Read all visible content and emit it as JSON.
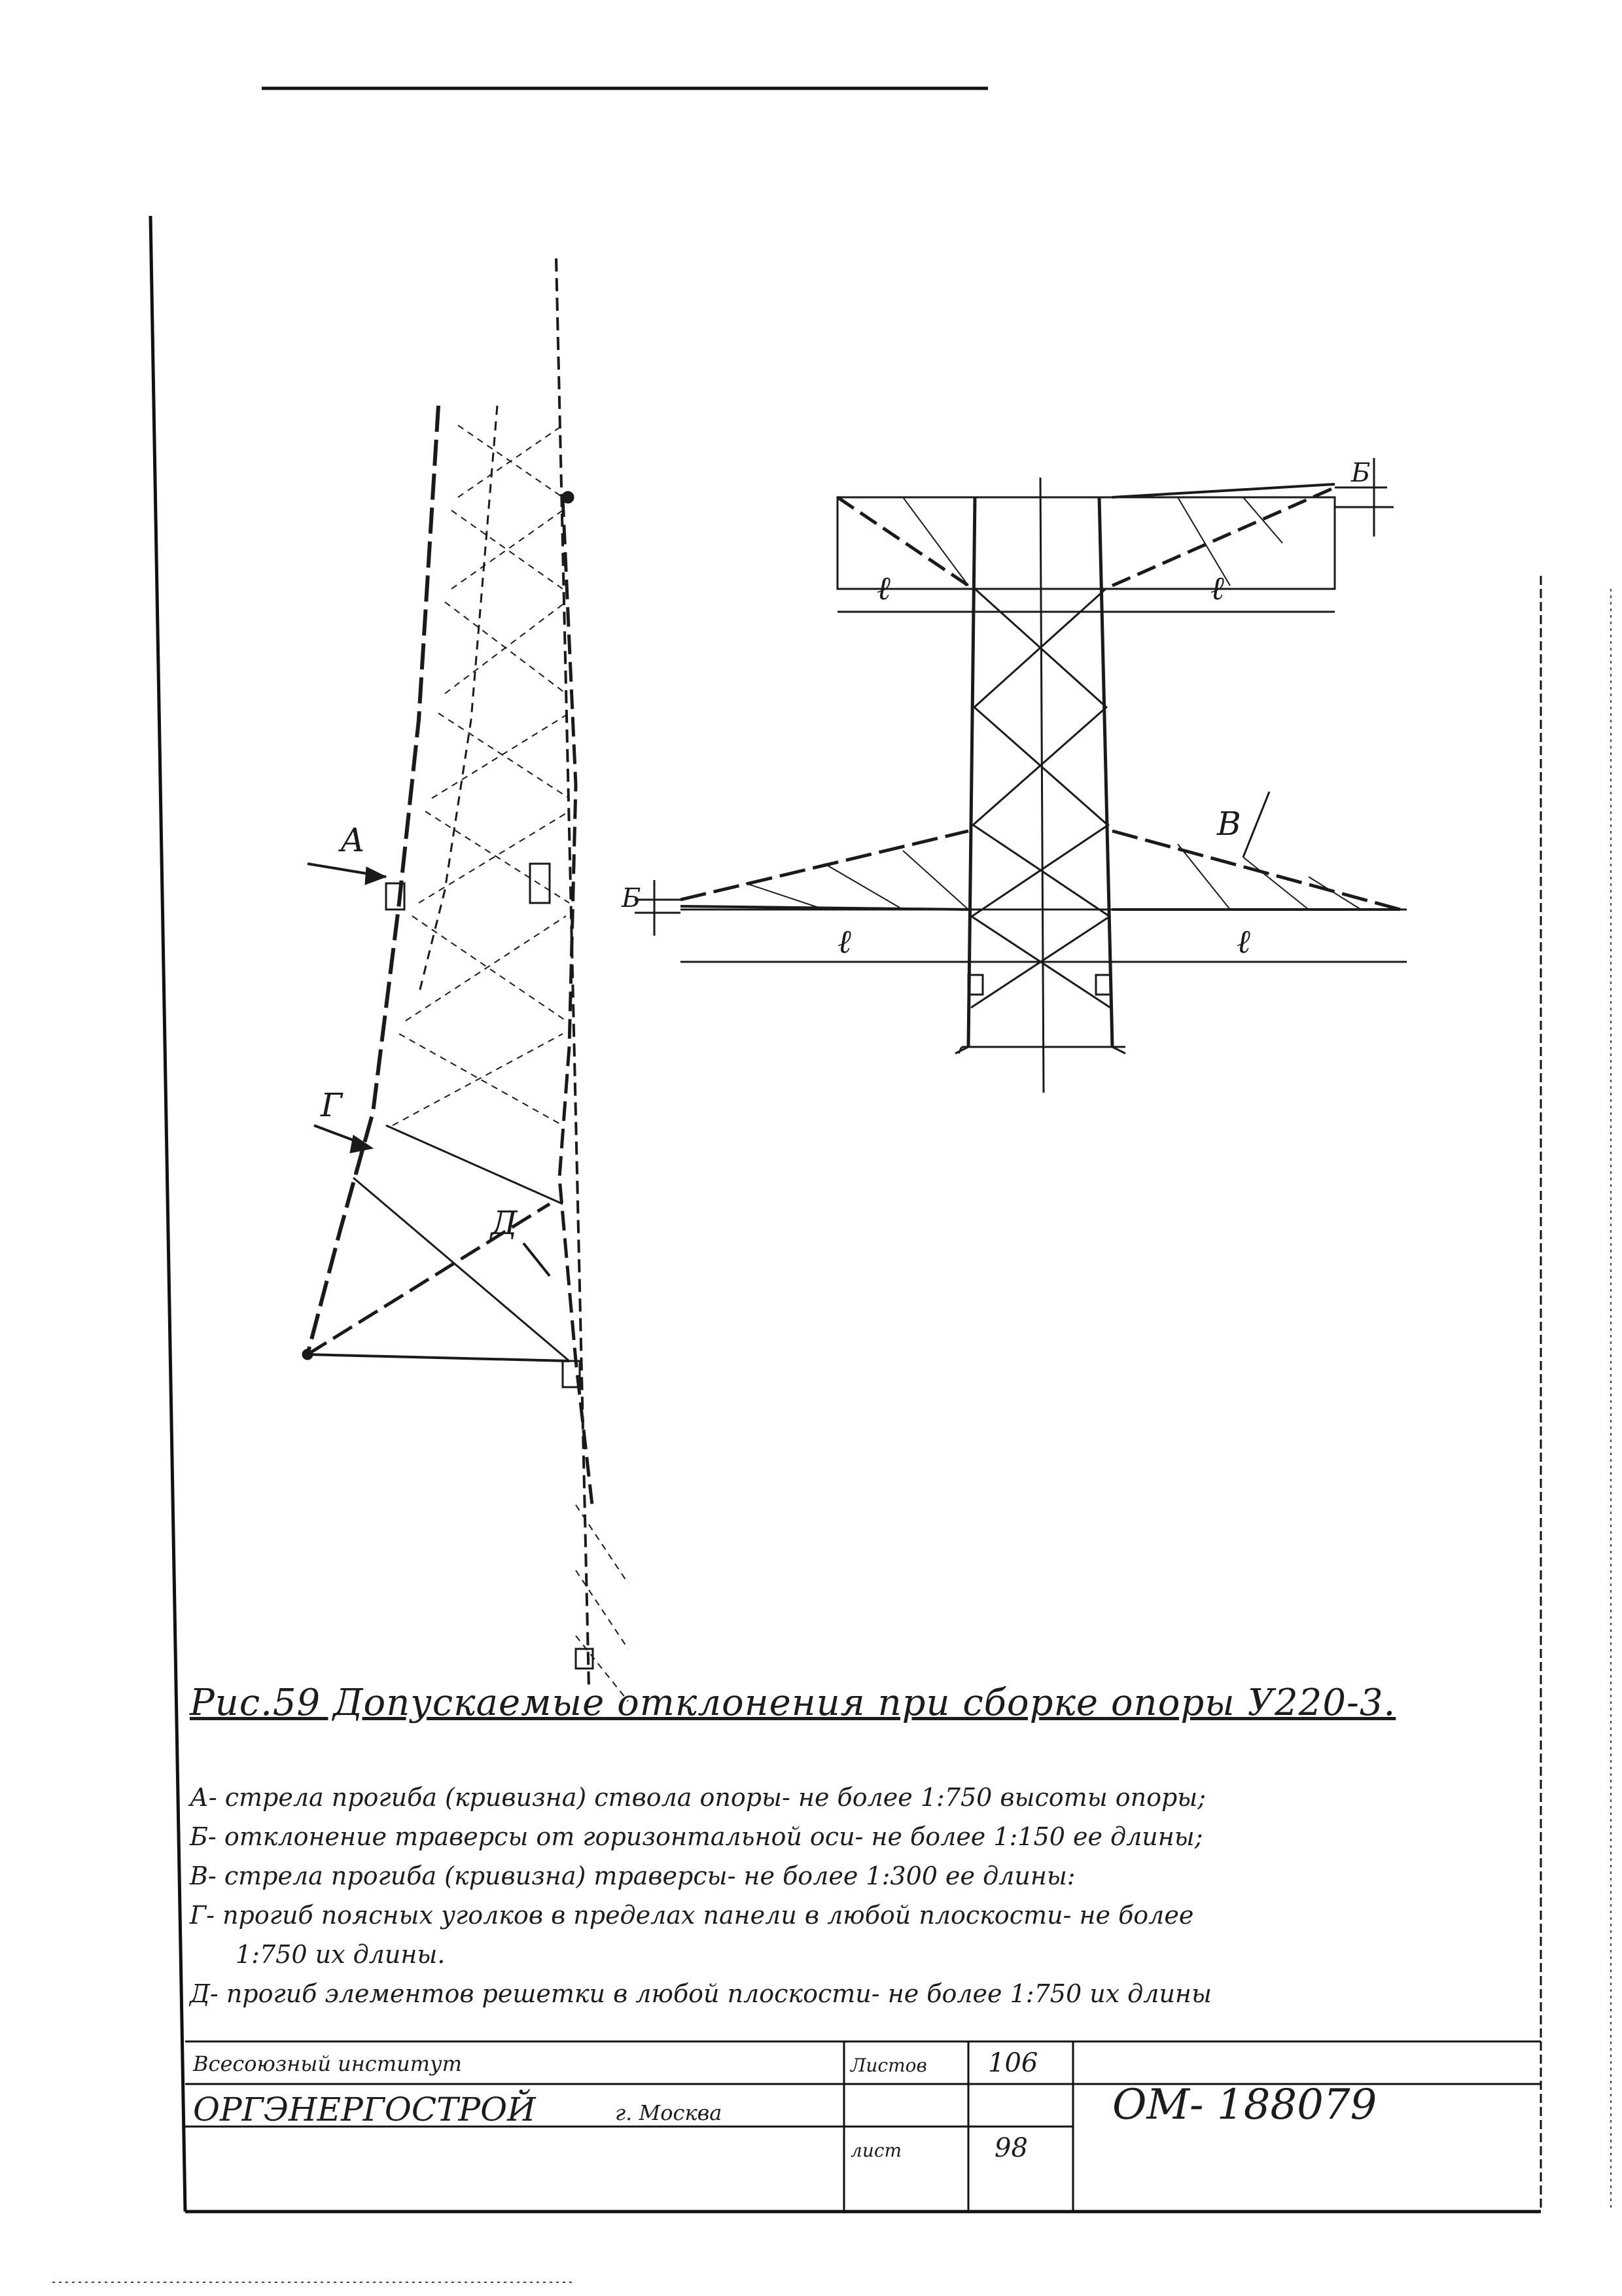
{
  "figure": {
    "title": "Рис.59 Допускаемые отклонения при сборке опоры У220-3.",
    "labels": {
      "a": "А",
      "b_upper": "Б",
      "b_lower": "Б",
      "v": "В",
      "g": "Г",
      "d": "Д",
      "l_upper_left": "ℓ",
      "l_upper_right": "ℓ",
      "l_lower_left": "ℓ",
      "l_lower_right": "ℓ"
    }
  },
  "caption": {
    "line1": "А- стрела прогиба (кривизна) ствола опоры- не более 1:750 высоты опоры;",
    "line2": "Б- отклонение траверсы от горизонтальной оси- не более 1:150 ее длины;",
    "line3": "В- стрела прогиба (кривизна) траверсы- не более 1:300 ее длины:",
    "line4": "Г- прогиб поясных уголков в пределах панели в любой плоскости- не более",
    "line5": "1:750 их длины.",
    "line6": "Д- прогиб элементов решетки в любой плоскости- не более 1:750 их длины"
  },
  "title_block": {
    "institute_line1": "Всесоюзный институт",
    "institute_line2": "ОРГЭНЕРГОСТРОЙ",
    "city": "г. Москва",
    "sheets_label": "Листов",
    "sheets_value": "106",
    "sheet_label": "лист",
    "sheet_value": "98",
    "doc_number": "ОМ- 188079"
  }
}
